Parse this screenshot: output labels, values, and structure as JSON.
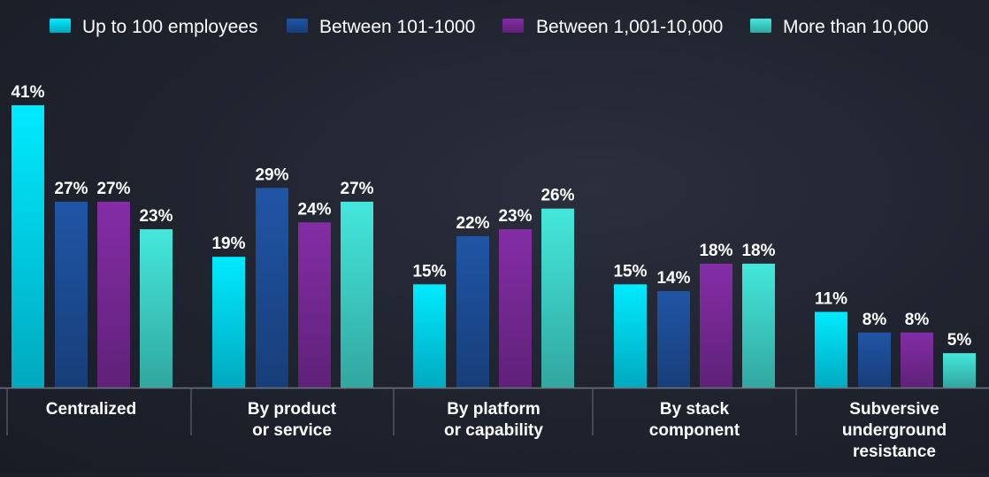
{
  "chart_data": {
    "type": "bar",
    "categories": [
      "Centralized",
      "By product or service",
      "By platform or capability",
      "By stack component",
      "Subversive underground resistance"
    ],
    "category_lines": [
      [
        "Centralized"
      ],
      [
        "By product",
        "or service"
      ],
      [
        "By platform",
        "or capability"
      ],
      [
        "By stack",
        "component"
      ],
      [
        "Subversive",
        "underground",
        "resistance"
      ]
    ],
    "series": [
      {
        "name": "Up to 100 employees",
        "color": "#00d9f5",
        "values": [
          41,
          19,
          15,
          15,
          11
        ]
      },
      {
        "name": "Between 101-1000",
        "color": "#1e4f9a",
        "values": [
          27,
          29,
          22,
          14,
          8
        ]
      },
      {
        "name": "Between 1,001-10,000",
        "color": "#7a2a9a",
        "values": [
          27,
          24,
          23,
          18,
          8
        ]
      },
      {
        "name": "More than 10,000",
        "color": "#3fd6cc",
        "values": [
          23,
          27,
          26,
          18,
          5
        ]
      }
    ],
    "value_suffix": "%",
    "ylim": [
      0,
      41
    ],
    "grid": false,
    "legend_position": "top",
    "title": "",
    "xlabel": "",
    "ylabel": ""
  }
}
